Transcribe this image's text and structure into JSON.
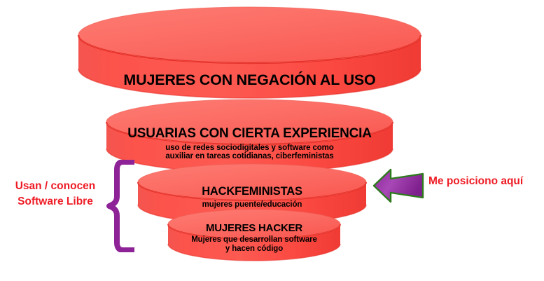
{
  "diagram": {
    "type": "layered-cylinder-funnel",
    "background_color": "#ffffff",
    "palette": {
      "cylinder_top": "#fb6a62",
      "cylinder_body": "#fc4a43",
      "cylinder_rim": "#e8231c",
      "text": "#000000",
      "accent_red": "#ee1c25",
      "brace_purple": "#8e2397",
      "arrow_fill": "#a33fb0",
      "arrow_outline": "#2f7a1f",
      "shadow": "#c9c9c9"
    },
    "tiers": [
      {
        "id": "tier1",
        "title": "MUJERES CON NEGACIÓN AL USO",
        "subtitle_lines": []
      },
      {
        "id": "tier2",
        "title": "USUARIAS CON CIERTA EXPERIENCIA",
        "subtitle_lines": [
          "uso de redes sociodigitales y software como",
          "auxiliar en tareas cotidianas, ciberfeministas"
        ]
      },
      {
        "id": "tier3",
        "title": "HACKFEMINISTAS",
        "subtitle_lines": [
          "mujeres puente/educación"
        ]
      },
      {
        "id": "tier4",
        "title": "MUJERES HACKER",
        "subtitle_lines": [
          "Mujeres que desarrollan software",
          "y hacen código"
        ]
      }
    ]
  },
  "annotations": {
    "left": {
      "icon": "curly-brace-left",
      "line1": "Usan / conocen",
      "line2": "Software Libre",
      "color": "#ee1c25",
      "brackets_tiers": [
        "tier3",
        "tier4"
      ]
    },
    "right": {
      "icon": "arrow-left",
      "label": "Me posiciono aquí",
      "color": "#ee1c25",
      "points_at_tier": "tier3"
    }
  }
}
